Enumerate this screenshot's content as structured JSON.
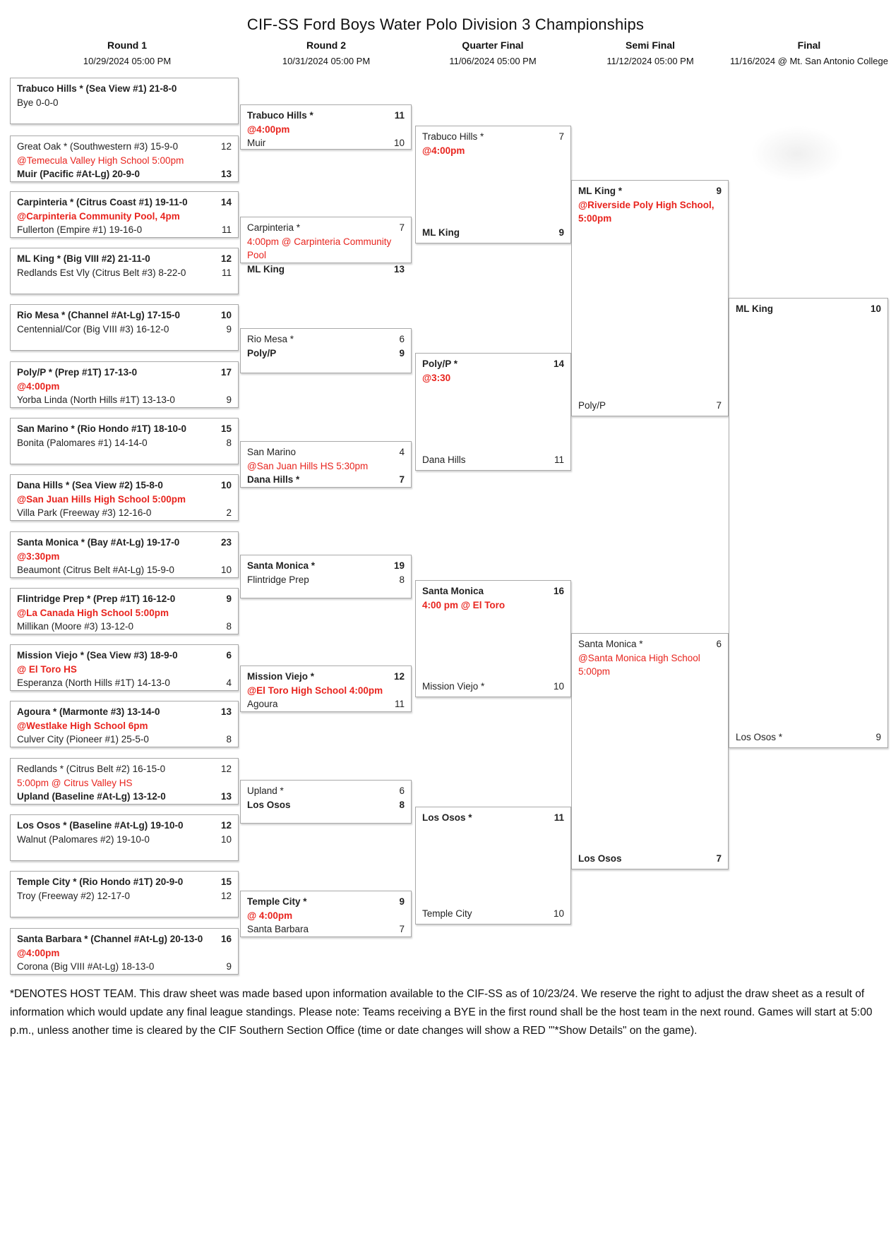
{
  "title": "CIF-SS Ford Boys Water Polo Division 3 Championships",
  "accent_red": "#e8241e",
  "columns": [
    {
      "label": "Round 1",
      "date": "10/29/2024 05:00 PM"
    },
    {
      "label": "Round 2",
      "date": "10/31/2024 05:00 PM"
    },
    {
      "label": "Quarter Final",
      "date": "11/06/2024 05:00 PM"
    },
    {
      "label": "Semi Final",
      "date": "11/12/2024 05:00 PM"
    },
    {
      "label": "Final",
      "date": "11/16/2024 @ Mt. San Antonio College"
    }
  ],
  "bracket": {
    "round1": [
      {
        "top": {
          "name": "Trabuco Hills * (Sea View #1) 21-8-0",
          "score": "",
          "bold": true
        },
        "venue": null,
        "bottom": {
          "name": "Bye 0-0-0",
          "score": "",
          "bold": false
        }
      },
      {
        "top": {
          "name": "Great Oak * (Southwestern #3) 15-9-0",
          "score": "12",
          "bold": false
        },
        "venue": {
          "lines": [
            "@Temecula Valley High School 5:00pm"
          ],
          "bold": false
        },
        "bottom": {
          "name": "Muir (Pacific #At-Lg) 20-9-0",
          "score": "13",
          "bold": true
        }
      },
      {
        "top": {
          "name": "Carpinteria * (Citrus Coast #1) 19-11-0",
          "score": "14",
          "bold": true
        },
        "venue": {
          "lines": [
            "@Carpinteria Community Pool, 4pm"
          ],
          "bold": true
        },
        "bottom": {
          "name": "Fullerton (Empire #1) 19-16-0",
          "score": "11",
          "bold": false
        }
      },
      {
        "top": {
          "name": "ML King * (Big VIII #2) 21-11-0",
          "score": "12",
          "bold": true
        },
        "venue": null,
        "bottom": {
          "name": "Redlands Est Vly (Citrus Belt #3) 8-22-0",
          "score": "11",
          "bold": false
        }
      },
      {
        "top": {
          "name": "Rio Mesa * (Channel #At-Lg) 17-15-0",
          "score": "10",
          "bold": true
        },
        "venue": null,
        "bottom": {
          "name": "Centennial/Cor (Big VIII #3) 16-12-0",
          "score": "9",
          "bold": false
        }
      },
      {
        "top": {
          "name": "Poly/P * (Prep #1T) 17-13-0",
          "score": "17",
          "bold": true
        },
        "venue": {
          "lines": [
            "@4:00pm"
          ],
          "bold": true
        },
        "bottom": {
          "name": "Yorba Linda (North Hills #1T) 13-13-0",
          "score": "9",
          "bold": false
        }
      },
      {
        "top": {
          "name": "San Marino * (Rio Hondo #1T) 18-10-0",
          "score": "15",
          "bold": true
        },
        "venue": null,
        "bottom": {
          "name": "Bonita (Palomares #1) 14-14-0",
          "score": "8",
          "bold": false
        }
      },
      {
        "top": {
          "name": "Dana Hills * (Sea View #2) 15-8-0",
          "score": "10",
          "bold": true
        },
        "venue": {
          "lines": [
            "@San Juan Hills High School 5:00pm"
          ],
          "bold": true
        },
        "bottom": {
          "name": "Villa Park (Freeway #3) 12-16-0",
          "score": "2",
          "bold": false
        }
      },
      {
        "top": {
          "name": "Santa Monica * (Bay #At-Lg) 19-17-0",
          "score": "23",
          "bold": true
        },
        "venue": {
          "lines": [
            "@3:30pm"
          ],
          "bold": true
        },
        "bottom": {
          "name": "Beaumont (Citrus Belt #At-Lg) 15-9-0",
          "score": "10",
          "bold": false
        }
      },
      {
        "top": {
          "name": "Flintridge Prep * (Prep #1T) 16-12-0",
          "score": "9",
          "bold": true
        },
        "venue": {
          "lines": [
            "@La Canada High School 5:00pm"
          ],
          "bold": true
        },
        "bottom": {
          "name": "Millikan (Moore #3) 13-12-0",
          "score": "8",
          "bold": false
        }
      },
      {
        "top": {
          "name": "Mission Viejo * (Sea View #3) 18-9-0",
          "score": "6",
          "bold": true
        },
        "venue": {
          "lines": [
            "@ El Toro HS"
          ],
          "bold": true
        },
        "bottom": {
          "name": "Esperanza (North Hills #1T) 14-13-0",
          "score": "4",
          "bold": false
        }
      },
      {
        "top": {
          "name": "Agoura * (Marmonte #3) 13-14-0",
          "score": "13",
          "bold": true
        },
        "venue": {
          "lines": [
            "@Westlake High School 6pm"
          ],
          "bold": true
        },
        "bottom": {
          "name": "Culver City (Pioneer #1) 25-5-0",
          "score": "8",
          "bold": false
        }
      },
      {
        "top": {
          "name": "Redlands * (Citrus Belt #2) 16-15-0",
          "score": "12",
          "bold": false
        },
        "venue": {
          "lines": [
            "5:00pm @ Citrus Valley HS"
          ],
          "bold": false
        },
        "bottom": {
          "name": "Upland (Baseline #At-Lg) 13-12-0",
          "score": "13",
          "bold": true
        }
      },
      {
        "top": {
          "name": "Los Osos * (Baseline #At-Lg) 19-10-0",
          "score": "12",
          "bold": true
        },
        "venue": null,
        "bottom": {
          "name": "Walnut (Palomares #2) 19-10-0",
          "score": "10",
          "bold": false
        }
      },
      {
        "top": {
          "name": "Temple City * (Rio Hondo #1T) 20-9-0",
          "score": "15",
          "bold": true
        },
        "venue": null,
        "bottom": {
          "name": "Troy (Freeway #2) 12-17-0",
          "score": "12",
          "bold": false
        }
      },
      {
        "top": {
          "name": "Santa Barbara * (Channel #At-Lg) 20-13-0",
          "score": "16",
          "bold": true
        },
        "venue": {
          "lines": [
            "@4:00pm"
          ],
          "bold": true
        },
        "bottom": {
          "name": "Corona (Big VIII #At-Lg) 18-13-0",
          "score": "9",
          "bold": false
        }
      }
    ],
    "round2": [
      {
        "top": {
          "name": "Trabuco Hills *",
          "score": "11",
          "bold": true
        },
        "venue": {
          "lines": [
            "@4:00pm"
          ],
          "bold": true
        },
        "bottom": {
          "name": "Muir",
          "score": "10",
          "bold": false
        }
      },
      {
        "top": {
          "name": "Carpinteria *",
          "score": "7",
          "bold": false
        },
        "venue": {
          "lines": [
            "4:00pm @ Carpinteria Community Pool"
          ],
          "bold": false
        },
        "bottom": {
          "name": "ML King",
          "score": "13",
          "bold": true
        }
      },
      {
        "top": {
          "name": "Rio Mesa *",
          "score": "6",
          "bold": false
        },
        "venue": null,
        "bottom": {
          "name": "Poly/P",
          "score": "9",
          "bold": true
        }
      },
      {
        "top": {
          "name": "San Marino",
          "score": "4",
          "bold": false
        },
        "venue": {
          "lines": [
            "@San Juan Hills HS 5:30pm"
          ],
          "bold": false
        },
        "bottom": {
          "name": "Dana Hills *",
          "score": "7",
          "bold": true
        }
      },
      {
        "top": {
          "name": "Santa Monica *",
          "score": "19",
          "bold": true
        },
        "venue": null,
        "bottom": {
          "name": "Flintridge Prep",
          "score": "8",
          "bold": false
        }
      },
      {
        "top": {
          "name": "Mission Viejo *",
          "score": "12",
          "bold": true
        },
        "venue": {
          "lines": [
            "@El Toro High School 4:00pm"
          ],
          "bold": true
        },
        "bottom": {
          "name": "Agoura",
          "score": "11",
          "bold": false
        }
      },
      {
        "top": {
          "name": "Upland *",
          "score": "6",
          "bold": false
        },
        "venue": null,
        "bottom": {
          "name": "Los Osos",
          "score": "8",
          "bold": true
        }
      },
      {
        "top": {
          "name": "Temple City *",
          "score": "9",
          "bold": true
        },
        "venue": {
          "lines": [
            "@ 4:00pm"
          ],
          "bold": true
        },
        "bottom": {
          "name": "Santa Barbara",
          "score": "7",
          "bold": false
        }
      }
    ],
    "quarterfinal": [
      {
        "top": {
          "name": "Trabuco Hills *",
          "score": "7",
          "bold": false
        },
        "venue": {
          "lines": [
            "@4:00pm"
          ],
          "bold": true
        },
        "bottom": {
          "name": "ML King",
          "score": "9",
          "bold": true
        }
      },
      {
        "top": {
          "name": "Poly/P *",
          "score": "14",
          "bold": true
        },
        "venue": {
          "lines": [
            "@3:30"
          ],
          "bold": true
        },
        "bottom": {
          "name": "Dana Hills",
          "score": "11",
          "bold": false
        }
      },
      {
        "top": {
          "name": "Santa Monica",
          "score": "16",
          "bold": true
        },
        "venue": {
          "lines": [
            "4:00 pm @ El Toro"
          ],
          "bold": true
        },
        "bottom": {
          "name": "Mission Viejo *",
          "score": "10",
          "bold": false
        }
      },
      {
        "top": {
          "name": "Los Osos *",
          "score": "11",
          "bold": true
        },
        "venue": null,
        "bottom": {
          "name": "Temple City",
          "score": "10",
          "bold": false
        }
      }
    ],
    "semifinal": [
      {
        "top": {
          "name": "ML King *",
          "score": "9",
          "bold": true
        },
        "venue": {
          "lines": [
            "@Riverside Poly High School,",
            "5:00pm"
          ],
          "bold": true
        },
        "bottom": {
          "name": "Poly/P",
          "score": "7",
          "bold": false
        }
      },
      {
        "top": {
          "name": "Santa Monica *",
          "score": "6",
          "bold": false
        },
        "venue": {
          "lines": [
            "@Santa Monica High School",
            "5:00pm"
          ],
          "bold": false
        },
        "bottom": {
          "name": "Los Osos",
          "score": "7",
          "bold": true
        }
      }
    ],
    "final": [
      {
        "top": {
          "name": "ML King",
          "score": "10",
          "bold": true
        },
        "venue": null,
        "bottom": {
          "name": "Los Osos *",
          "score": "9",
          "bold": false
        }
      }
    ]
  },
  "footer": "*DENOTES HOST TEAM. This draw sheet was made based upon information available to the CIF-SS as of 10/23/24. We reserve the right to adjust the draw sheet as a result of information which would update any final league standings. Please note: Teams receiving a BYE in the first round shall be the host team in the next round. Games will start at 5:00 p.m., unless another time is cleared by the CIF Southern Section Office (time or date changes will show a RED '\"*Show Details\" on the game)."
}
